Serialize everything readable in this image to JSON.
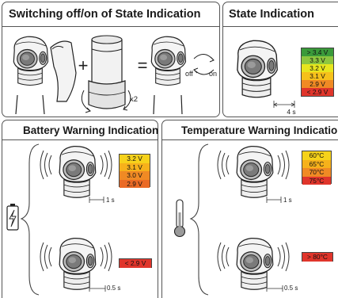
{
  "panels": {
    "switching": {
      "title": "Switching off/on of State Indication",
      "multiplier": "x2",
      "switch_off": "off",
      "switch_on": "on",
      "plus": "+",
      "equals": "="
    },
    "state": {
      "title": "State Indication",
      "duration": "4 s",
      "levels": [
        {
          "label": "> 3.4 V",
          "color": "#3a9a3a"
        },
        {
          "label": "3.3 V",
          "color": "#8dc63f"
        },
        {
          "label": "3.2 V",
          "color": "#e7e51e"
        },
        {
          "label": "3.1 V",
          "color": "#f6c11b"
        },
        {
          "label": "2.9 V",
          "color": "#f08a24"
        },
        {
          "label": "< 2.9 V",
          "color": "#e0352b"
        }
      ]
    },
    "battery": {
      "title": "Battery Warning Indication",
      "duration_top": "1 s",
      "duration_bottom": "0.5 s",
      "levels": [
        {
          "label": "3.2 V",
          "color": "#f6d21b"
        },
        {
          "label": "3.1 V",
          "color": "#f6b11b"
        },
        {
          "label": "3.0 V",
          "color": "#f08a24"
        },
        {
          "label": "2.9 V",
          "color": "#ea6a26"
        }
      ],
      "critical": {
        "label": "< 2.9 V",
        "color": "#e0352b"
      }
    },
    "temperature": {
      "title": "Temperature Warning Indication",
      "duration_top": "1 s",
      "duration_bottom": "0.5 s",
      "levels": [
        {
          "label": "60°C",
          "color": "#f6d21b"
        },
        {
          "label": "65°C",
          "color": "#f6b11b"
        },
        {
          "label": "70°C",
          "color": "#f08a24"
        },
        {
          "label": "75°C",
          "color": "#e0352b"
        }
      ],
      "critical": {
        "label": "> 80°C",
        "color": "#e0352b"
      }
    }
  }
}
